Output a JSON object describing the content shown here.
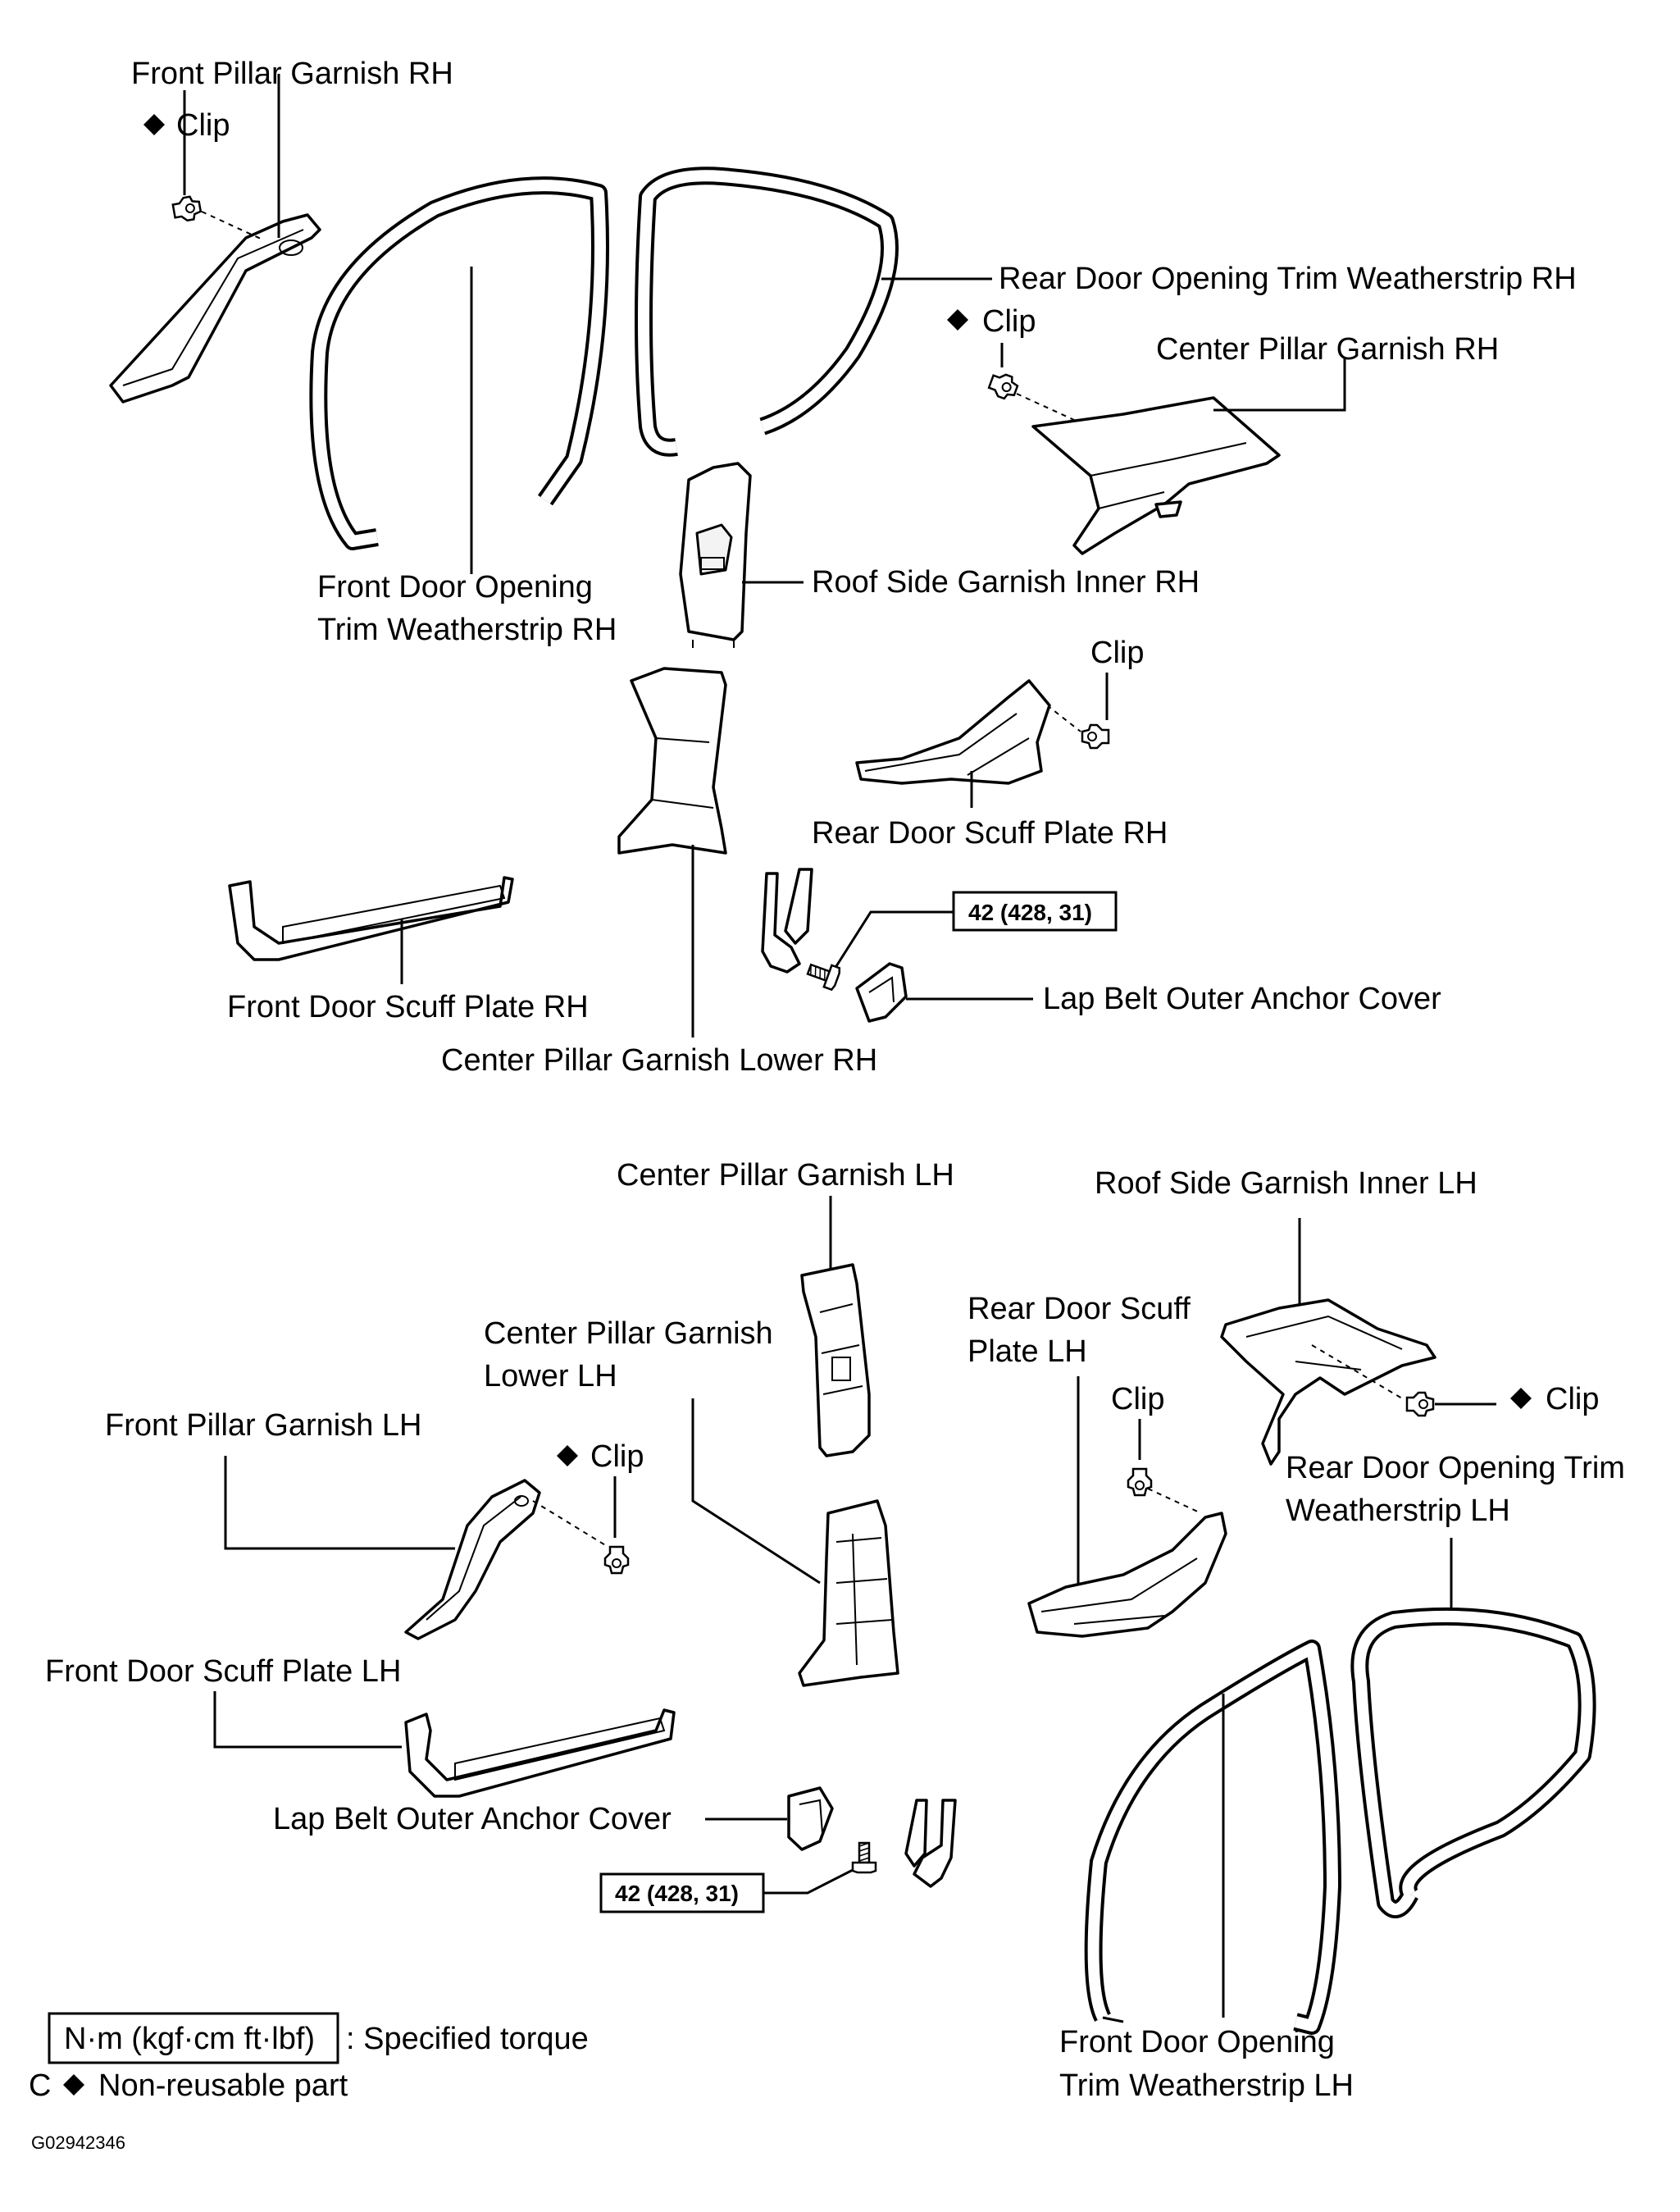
{
  "labels": {
    "front_pillar_rh": "Front Pillar Garnish RH",
    "clip_nr_1": "Clip",
    "rear_door_trim_ws_rh": "Rear Door Opening Trim Weatherstrip RH",
    "clip_nr_2": "Clip",
    "center_pillar_rh": "Center Pillar Garnish RH",
    "front_door_trim_ws_rh_1": "Front Door Opening",
    "front_door_trim_ws_rh_2": "Trim Weatherstrip RH",
    "roof_side_inner_rh": "Roof Side Garnish Inner RH",
    "clip_3": "Clip",
    "rear_door_scuff_rh": "Rear Door  Scuff Plate RH",
    "torque_rh": "42 (428, 31)",
    "lap_belt_cover_rh": "Lap Belt Outer Anchor Cover",
    "front_door_scuff_rh": "Front Door Scuff Plate RH",
    "center_pillar_lower_rh": "Center Pillar Garnish Lower RH",
    "center_pillar_lh": "Center Pillar Garnish LH",
    "roof_side_inner_lh": "Roof Side Garnish Inner LH",
    "rear_door_scuff_lh_1": "Rear Door Scuff",
    "rear_door_scuff_lh_2": "Plate LH",
    "center_pillar_lower_lh_1": "Center Pillar Garnish",
    "center_pillar_lower_lh_2": "Lower LH",
    "clip_4": "Clip",
    "clip_nr_5": "Clip",
    "front_pillar_lh": "Front Pillar Garnish LH",
    "clip_nr_6": "Clip",
    "rear_door_trim_ws_lh_1": "Rear Door Opening Trim",
    "rear_door_trim_ws_lh_2": "Weatherstrip LH",
    "front_door_scuff_lh": "Front Door Scuff Plate LH",
    "lap_belt_cover_lh": "Lap Belt Outer Anchor Cover",
    "torque_lh": "42 (428, 31)",
    "front_door_trim_ws_lh_1": "Front Door Opening",
    "front_door_trim_ws_lh_2": "Trim Weatherstrip LH"
  },
  "legend": {
    "torque_box": "N·m (kgf·cm ft·lbf)",
    "torque_desc": ": Specified torque",
    "prefix": "C",
    "nonreusable_desc": "Non-reusable part"
  },
  "figure_code": "G02942346",
  "symbols": {
    "non_reusable": "diamond-icon"
  }
}
